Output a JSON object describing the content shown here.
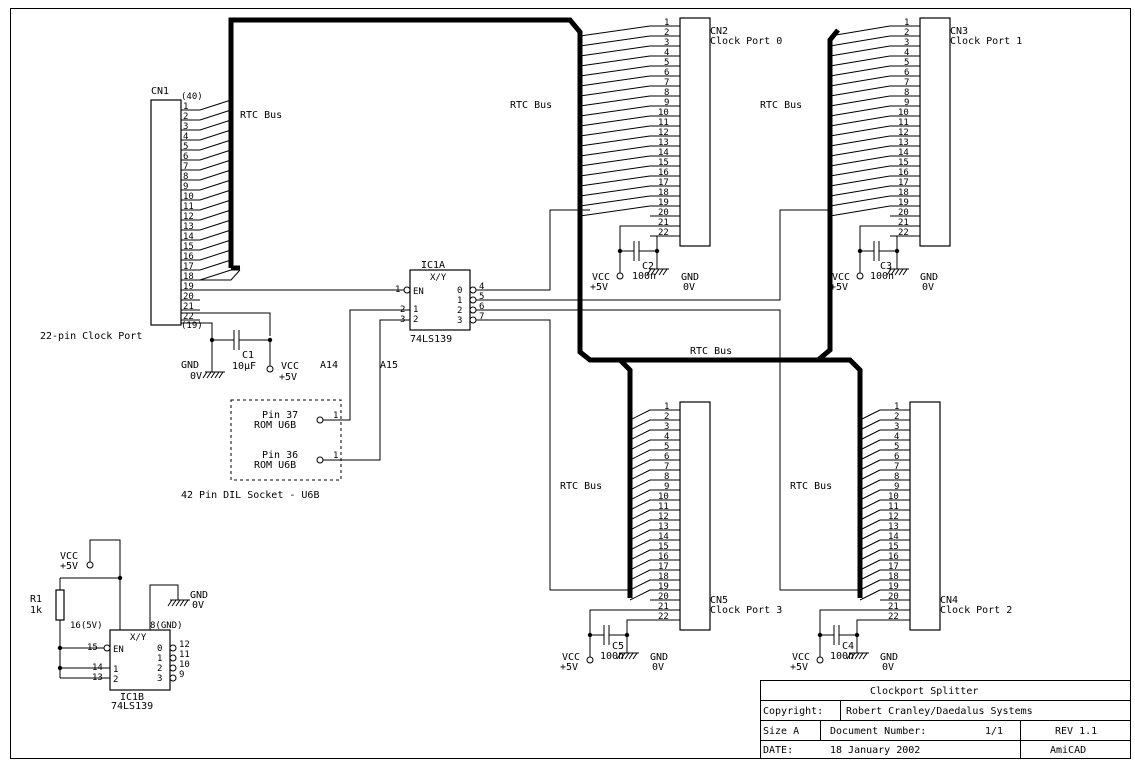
{
  "labels": {
    "cn1": {
      "ref": "CN1",
      "top_note": "(40)",
      "bottom_note": "(19)",
      "caption": "22-pin Clock Port"
    },
    "cn2": {
      "ref": "CN2",
      "caption": "Clock Port 0"
    },
    "cn3": {
      "ref": "CN3",
      "caption": "Clock Port 1"
    },
    "cn4": {
      "ref": "CN4",
      "caption": "Clock Port 2"
    },
    "cn5": {
      "ref": "CN5",
      "caption": "Clock Port 3"
    },
    "rtc_bus": "RTC Bus",
    "ic1a": {
      "ref": "IC1A",
      "part": "74LS139",
      "xy": "X/Y",
      "en": "EN",
      "in1": "1",
      "in2": "2",
      "out_names": [
        "0",
        "1",
        "2",
        "3"
      ],
      "out_nums": [
        "4",
        "5",
        "6",
        "7"
      ],
      "in_nums": [
        "1",
        "2",
        "3"
      ]
    },
    "ic1b": {
      "ref": "IC1B",
      "part": "74LS139",
      "xy": "X/Y",
      "en": "EN",
      "in1": "1",
      "in2": "2",
      "out_names": [
        "0",
        "1",
        "2",
        "3"
      ],
      "out_nums": [
        "12",
        "11",
        "10",
        "9"
      ],
      "in_nums": [
        "15",
        "14",
        "13"
      ],
      "pwr_note": "16(5V)",
      "gnd_note": "8(GND)"
    },
    "c1": {
      "ref": "C1",
      "value": "10µF"
    },
    "c2": {
      "ref": "C2",
      "value": "100n"
    },
    "c3": {
      "ref": "C3",
      "value": "100n"
    },
    "c4": {
      "ref": "C4",
      "value": "100n"
    },
    "c5": {
      "ref": "C5",
      "value": "100n"
    },
    "r1": {
      "ref": "R1",
      "value": "1k"
    },
    "vcc": "VCC",
    "plus5v": "+5V",
    "gnd": "GND",
    "zero_v": "0V",
    "a14": "A14",
    "a15": "A15",
    "pin37": "Pin 37",
    "pin36": "Pin 36",
    "rom_u6b": "ROM U6B",
    "one": "1",
    "socket": "42 Pin DIL Socket - U6B"
  },
  "cn1_pins": [
    "1",
    "2",
    "3",
    "4",
    "5",
    "6",
    "7",
    "8",
    "9",
    "10",
    "11",
    "12",
    "13",
    "14",
    "15",
    "16",
    "17",
    "18",
    "19",
    "20",
    "21",
    "22"
  ],
  "header_pins": [
    "1",
    "2",
    "3",
    "4",
    "5",
    "6",
    "7",
    "8",
    "9",
    "10",
    "11",
    "12",
    "13",
    "14",
    "15",
    "16",
    "17",
    "18",
    "19",
    "20",
    "21",
    "22"
  ],
  "title_block": {
    "title": "Clockport Splitter",
    "copyright_label": "Copyright:",
    "copyright_value": "Robert Cranley/Daedalus Systems",
    "size": "Size A",
    "doc_label": "Document Number:",
    "doc_value": "1/1",
    "rev": "REV 1.1",
    "date_label": "DATE:",
    "date_value": "18 January 2002",
    "tool": "AmiCAD"
  }
}
